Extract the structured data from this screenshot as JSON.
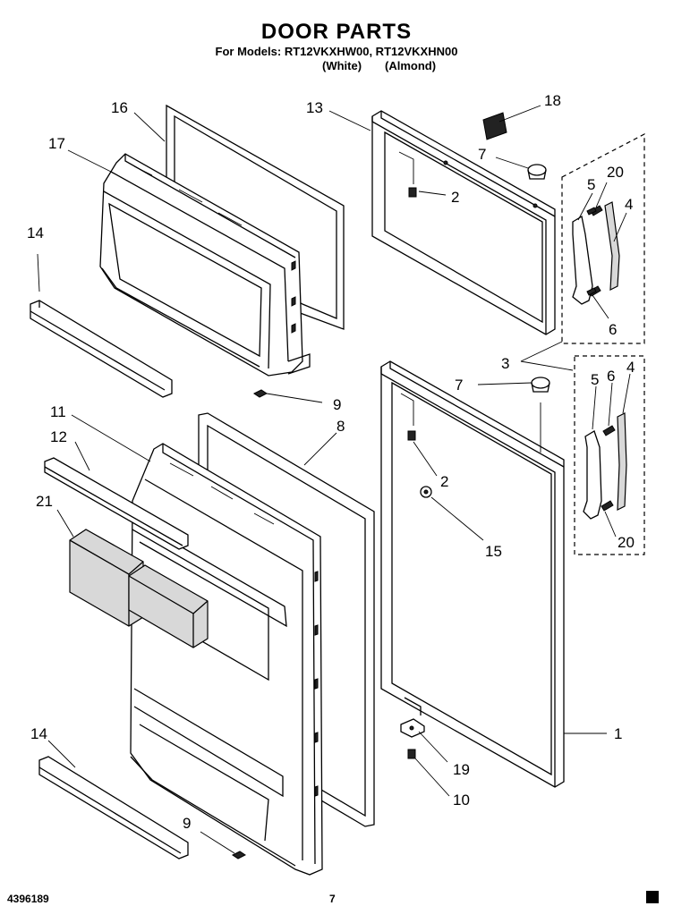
{
  "header": {
    "title": "DOOR PARTS",
    "models_line": "For Models: RT12VKXHW00, RT12VKXHN00",
    "variant_white": "(White)",
    "variant_almond": "(Almond)"
  },
  "footer": {
    "doc_number": "4396189",
    "page_number": "7"
  },
  "callouts": {
    "c1": "1",
    "c2a": "2",
    "c2b": "2",
    "c3": "3",
    "c4a": "4",
    "c4b": "4",
    "c5a": "5",
    "c5b": "5",
    "c6a": "6",
    "c6b": "6",
    "c7a": "7",
    "c7b": "7",
    "c8": "8",
    "c9a": "9",
    "c9b": "9",
    "c10": "10",
    "c11": "11",
    "c12": "12",
    "c13": "13",
    "c14a": "14",
    "c14b": "14",
    "c15": "15",
    "c16": "16",
    "c17": "17",
    "c18": "18",
    "c19": "19",
    "c20a": "20",
    "c20b": "20",
    "c21": "21"
  }
}
